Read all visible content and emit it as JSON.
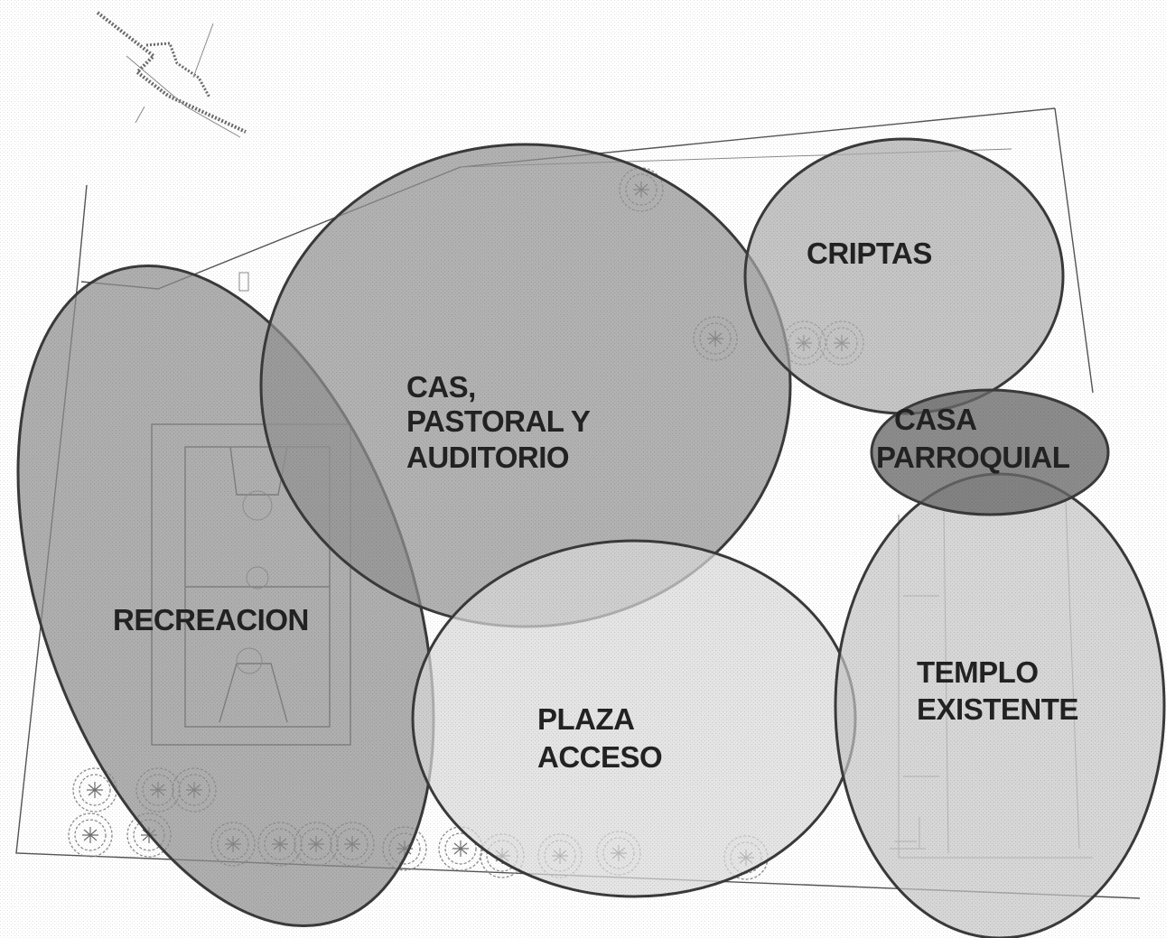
{
  "diagram": {
    "zones": [
      {
        "id": "recreacion",
        "lines": [
          "RECREACION"
        ]
      },
      {
        "id": "cas",
        "lines": [
          "CAS,",
          "PASTORAL Y",
          "AUDITORIO"
        ]
      },
      {
        "id": "criptas",
        "lines": [
          "CRIPTAS"
        ]
      },
      {
        "id": "casa",
        "lines": [
          "CASA",
          "PARROQUIAL"
        ]
      },
      {
        "id": "plaza",
        "lines": [
          "PLAZA",
          "ACCESO"
        ]
      },
      {
        "id": "templo",
        "lines": [
          "TEMPLO",
          "EXISTENTE"
        ]
      }
    ],
    "colors": {
      "zone_outline": "#3a3a3a",
      "recreacion_fill": "#8f8f8f",
      "cas_fill": "#939393",
      "criptas_fill": "#ababab",
      "casa_fill": "#6a6a6a",
      "plaza_fill": "#d9d9d9",
      "templo_fill": "#c4c4c4",
      "site_outline": "#555555",
      "label": "#222222"
    },
    "icons": [
      "north-arrow-icon",
      "tree-icon"
    ]
  }
}
